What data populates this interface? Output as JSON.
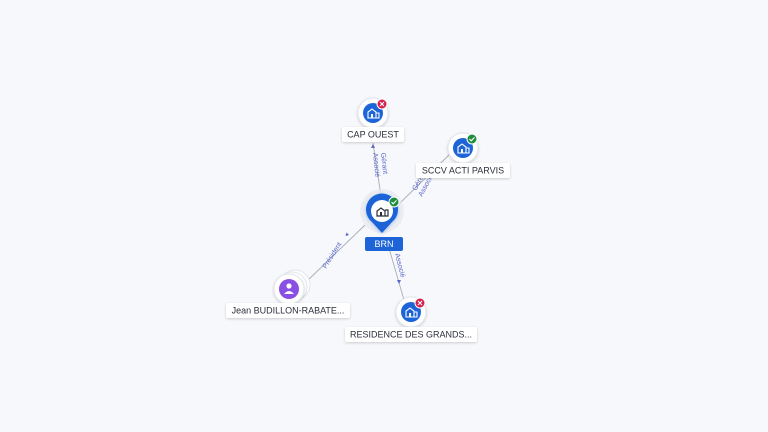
{
  "colors": {
    "background": "#f7f8fb",
    "company": "#1c64d8",
    "person": "#8a4fe3",
    "active": "#1e8e3e",
    "inactive": "#d6204e",
    "edge": "#a8adb8",
    "edge_label": "#5a67c8"
  },
  "center": {
    "label": "BRN",
    "icon": "building-icon",
    "status": "active"
  },
  "nodes": [
    {
      "id": "cap-ouest",
      "label": "CAP OUEST",
      "type": "company",
      "icon": "building-icon",
      "status": "inactive"
    },
    {
      "id": "sccv-acti-parvis",
      "label": "SCCV ACTI PARVIS",
      "type": "company",
      "icon": "building-icon",
      "status": "active"
    },
    {
      "id": "residence-des-grands",
      "label": "RESIDENCE DES GRANDS...",
      "type": "company",
      "icon": "building-icon",
      "status": "inactive"
    },
    {
      "id": "jean-budillon",
      "label": "Jean BUDILLON-RABATE...",
      "type": "person",
      "icon": "person-icon",
      "status": ""
    }
  ],
  "edges": [
    {
      "to": "cap-ouest",
      "labels": [
        "Gérant",
        "Associé"
      ]
    },
    {
      "to": "sccv-acti-parvis",
      "labels": [
        "Gérant",
        "Associé"
      ]
    },
    {
      "to": "residence-des-grands",
      "labels": [
        "Associé"
      ]
    },
    {
      "to": "jean-budillon",
      "labels": [
        "Président"
      ]
    }
  ]
}
